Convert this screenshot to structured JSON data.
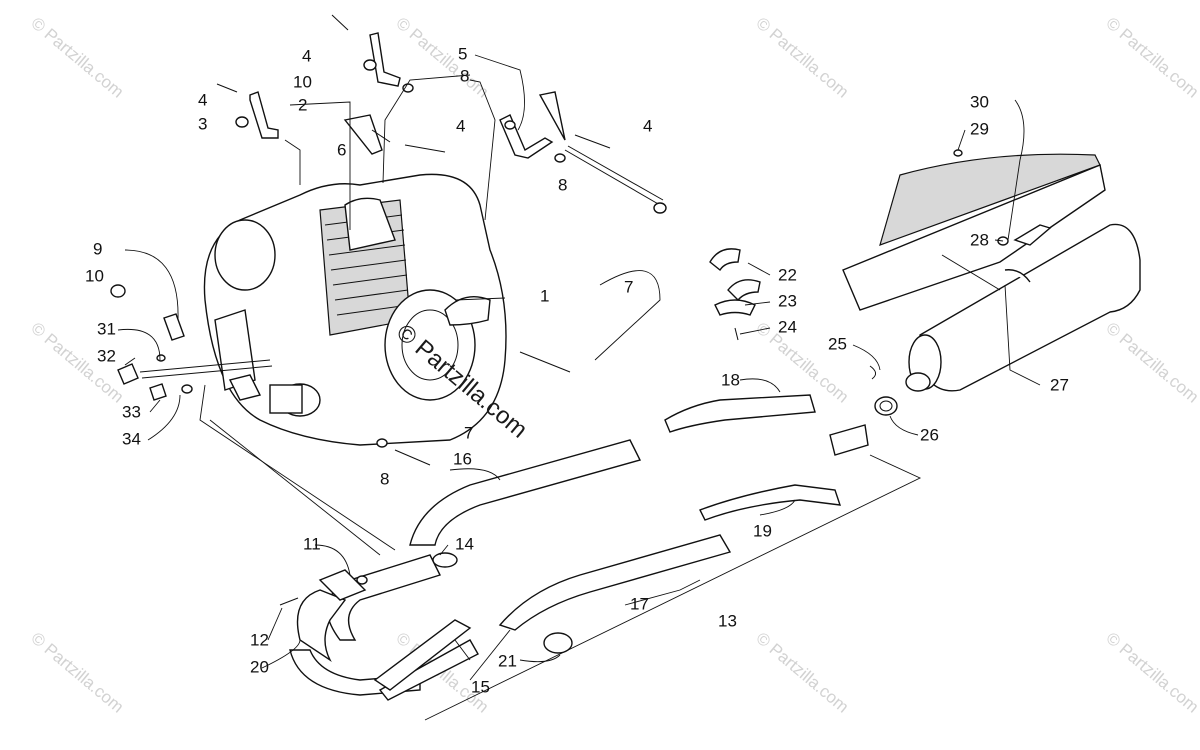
{
  "callouts": [
    {
      "id": "c1",
      "label": "1"
    },
    {
      "id": "c2",
      "label": "2"
    },
    {
      "id": "c3",
      "label": "3"
    },
    {
      "id": "c4a",
      "label": "4"
    },
    {
      "id": "c4b",
      "label": "4"
    },
    {
      "id": "c4c",
      "label": "4"
    },
    {
      "id": "c4d",
      "label": "4"
    },
    {
      "id": "c5",
      "label": "5"
    },
    {
      "id": "c6",
      "label": "6"
    },
    {
      "id": "c7a",
      "label": "7"
    },
    {
      "id": "c7b",
      "label": "7"
    },
    {
      "id": "c8a",
      "label": "8"
    },
    {
      "id": "c8b",
      "label": "8"
    },
    {
      "id": "c8c",
      "label": "8"
    },
    {
      "id": "c9",
      "label": "9"
    },
    {
      "id": "c10a",
      "label": "10"
    },
    {
      "id": "c10b",
      "label": "10"
    },
    {
      "id": "c11",
      "label": "11"
    },
    {
      "id": "c12",
      "label": "12"
    },
    {
      "id": "c13",
      "label": "13"
    },
    {
      "id": "c14",
      "label": "14"
    },
    {
      "id": "c15",
      "label": "15"
    },
    {
      "id": "c16",
      "label": "16"
    },
    {
      "id": "c17",
      "label": "17"
    },
    {
      "id": "c18",
      "label": "18"
    },
    {
      "id": "c19",
      "label": "19"
    },
    {
      "id": "c20",
      "label": "20"
    },
    {
      "id": "c21",
      "label": "21"
    },
    {
      "id": "c22",
      "label": "22"
    },
    {
      "id": "c23",
      "label": "23"
    },
    {
      "id": "c24",
      "label": "24"
    },
    {
      "id": "c25",
      "label": "25"
    },
    {
      "id": "c26",
      "label": "26"
    },
    {
      "id": "c27",
      "label": "27"
    },
    {
      "id": "c28",
      "label": "28"
    },
    {
      "id": "c29",
      "label": "29"
    },
    {
      "id": "c30",
      "label": "30"
    },
    {
      "id": "c31",
      "label": "31"
    },
    {
      "id": "c32",
      "label": "32"
    },
    {
      "id": "c33",
      "label": "33"
    },
    {
      "id": "c34",
      "label": "34"
    }
  ],
  "watermark_text": "© Partzilla.com",
  "center_watermark": "© Partzilla.com"
}
